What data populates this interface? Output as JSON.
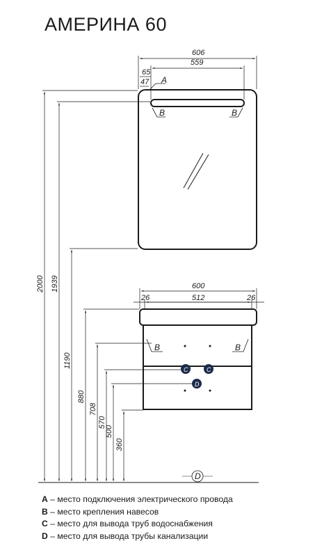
{
  "title": "АМЕРИНА 60",
  "mirror": {
    "width_total": "606",
    "width_inner": "559",
    "offset_a": "65",
    "offset_b": "47",
    "label_a": "A",
    "label_b": "B"
  },
  "cabinet": {
    "width_total": "600",
    "width_inner": "512",
    "side_left": "26",
    "side_right": "26",
    "label_b": "B",
    "label_c": "C",
    "label_d": "D"
  },
  "heights": [
    "2000",
    "1939",
    "1190",
    "880",
    "708",
    "570",
    "500",
    "360"
  ],
  "legend": [
    {
      "key": "A",
      "text": " – место подключения электрического провода"
    },
    {
      "key": "B",
      "text": " – место крепления навесов"
    },
    {
      "key": "C",
      "text": " – место для вывода труб водоснабжения"
    },
    {
      "key": "D",
      "text": " – место для вывода трубы канализации"
    }
  ],
  "colors": {
    "line": "#1a1a1a",
    "marker_fill": "#1c2a4a",
    "dim_line": "#333333"
  }
}
